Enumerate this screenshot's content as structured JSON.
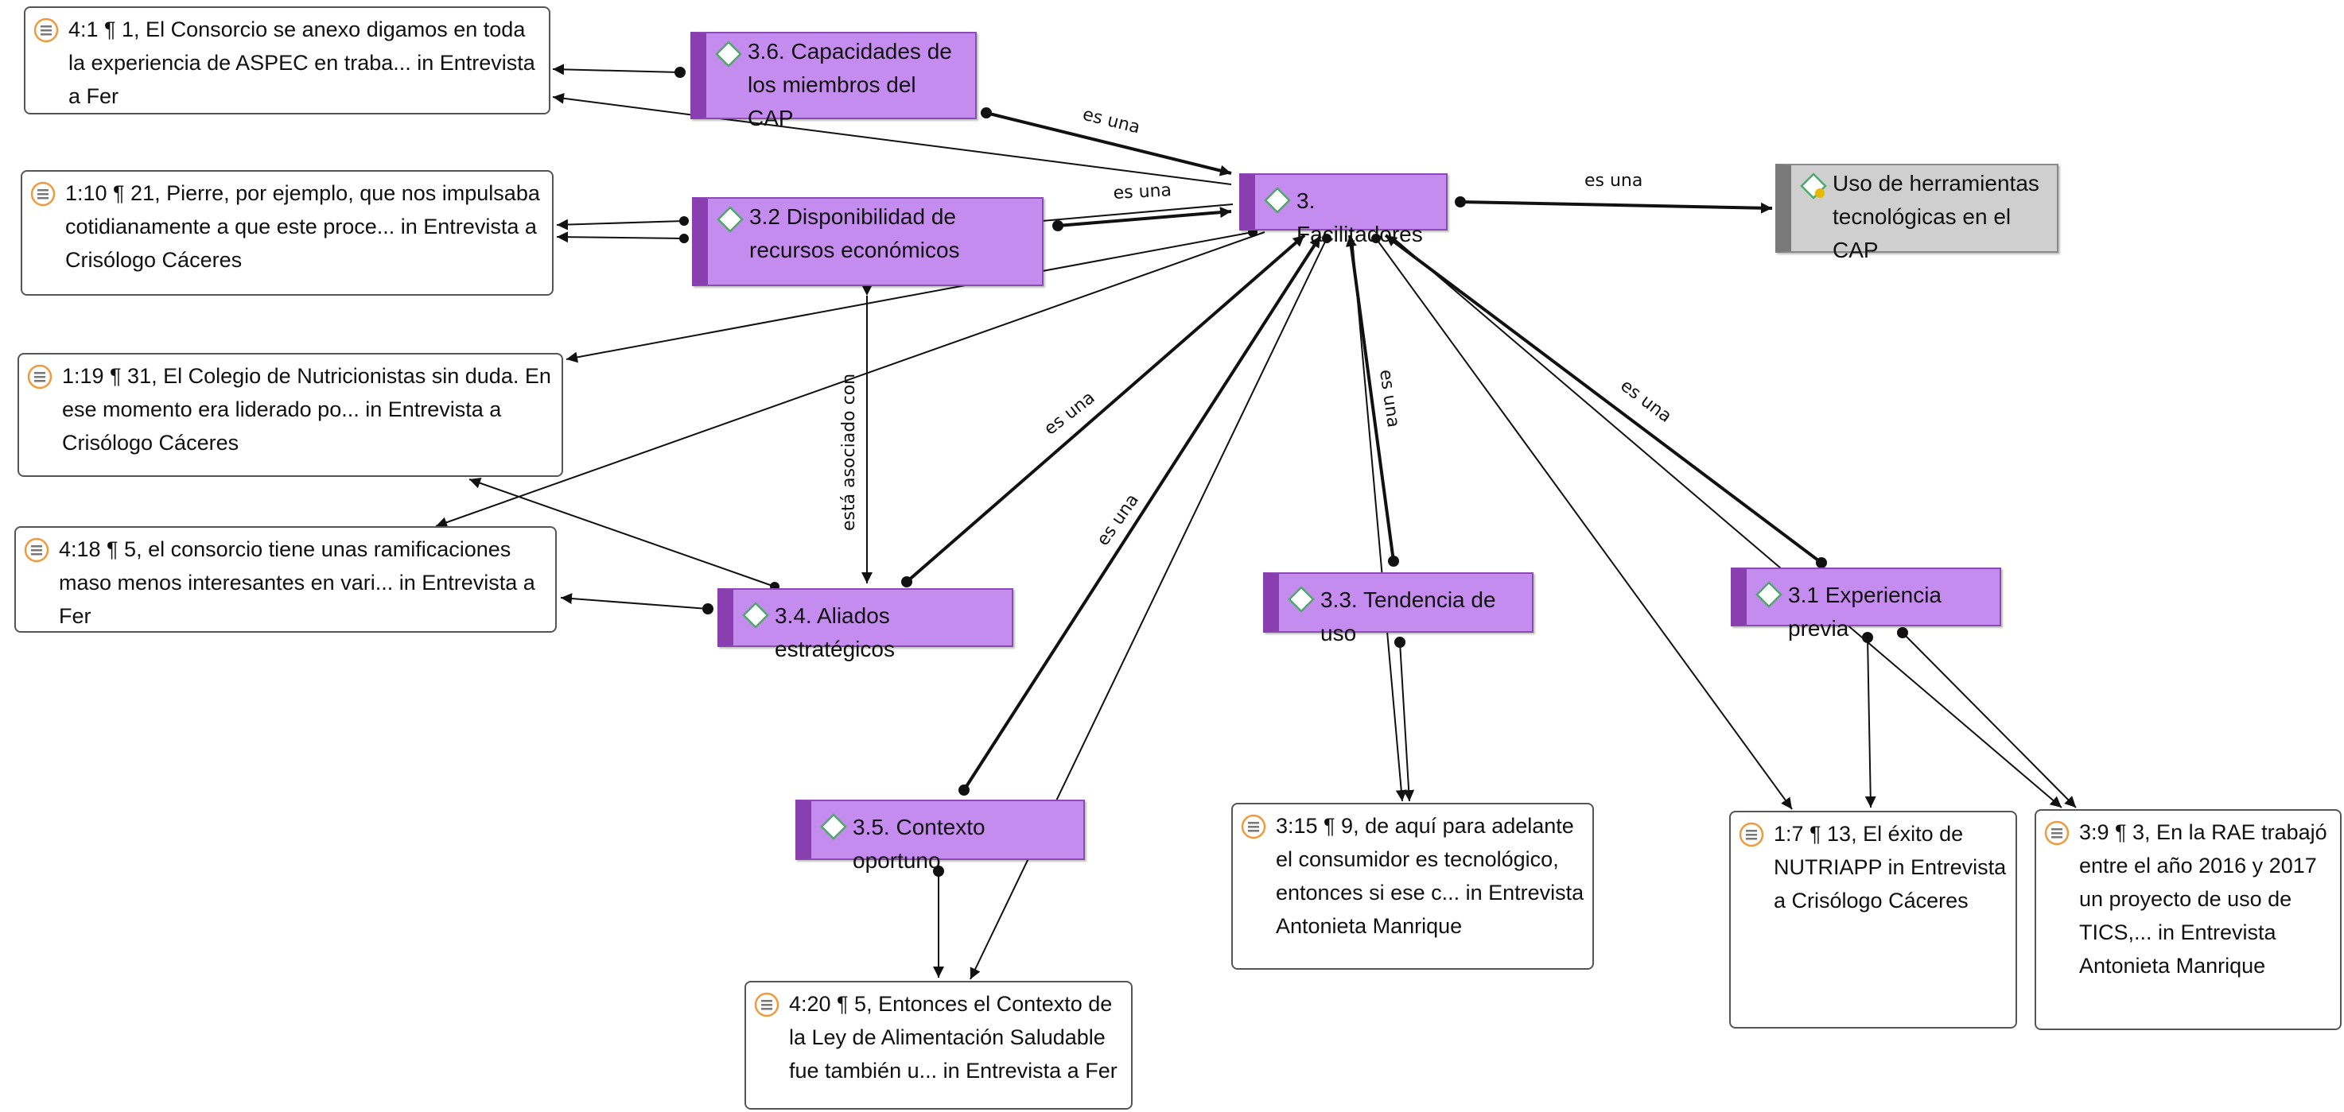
{
  "colors": {
    "code_fill": "#c58cf0",
    "code_stripe": "#8a3fb0",
    "gray_fill": "#cfcfcf",
    "quote_icon": "#f09a3e",
    "edge": "#111111"
  },
  "icons": {
    "quote": "document-lines-icon",
    "code": "diamond-icon",
    "gray_code": "diamond-with-memo-icon"
  },
  "nodes": {
    "q_4_1": "4:1 ¶ 1, El Consorcio se anexo digamos en toda la experiencia de ASPEC en traba... in Entrevista a Fer",
    "q_1_10": "1:10 ¶ 21, Pierre, por ejemplo, que nos impulsaba cotidianamente a que este proce... in Entrevista a Crisólogo Cáceres",
    "q_1_19": "1:19 ¶ 31, El Colegio de Nutricionistas sin duda.  En ese momento era liderado po... in Entrevista a Crisólogo Cáceres",
    "q_4_18": "4:18 ¶ 5, el consorcio tiene unas ramificaciones maso menos interesantes en vari... in Entrevista a Fer",
    "q_3_15": "3:15 ¶ 9, de aquí para adelante el consumidor es tecnológico, entonces  si ese c... in Entrevista Antonieta Manrique",
    "q_1_7": "1:7 ¶ 13, El éxito de NUTRIAPP in Entrevista a Crisólogo Cáceres",
    "q_3_9": "3:9 ¶ 3, En la RAE trabajó entre el año 2016 y 2017 un proyecto de uso de TICS,... in Entrevista Antonieta Manrique",
    "q_4_20": "4:20 ¶ 5, Entonces el Contexto de la Ley de Alimentación Saludable fue también u... in Entrevista a Fer",
    "c_3_6": "3.6. Capacidades de los miembros del CAP",
    "c_3_2": "3.2 Disponibilidad de recursos económicos",
    "c_3": "3. Facilitadores",
    "c_uso": "Uso de herramientas tecnológicas en el CAP",
    "c_3_4": "3.4. Aliados estratégicos",
    "c_3_3": "3.3. Tendencia de uso",
    "c_3_1": "3.1 Experiencia previa",
    "c_3_5": "3.5. Contexto oportuno"
  },
  "edge_labels": {
    "e_36_3": "es una",
    "e_32_3": "es una",
    "e_3_uso": "es una",
    "e_34_3": "es una",
    "e_35_3": "es una",
    "e_33_3": "es una",
    "e_31_3": "es una",
    "e_32_34": "está asociado con"
  }
}
